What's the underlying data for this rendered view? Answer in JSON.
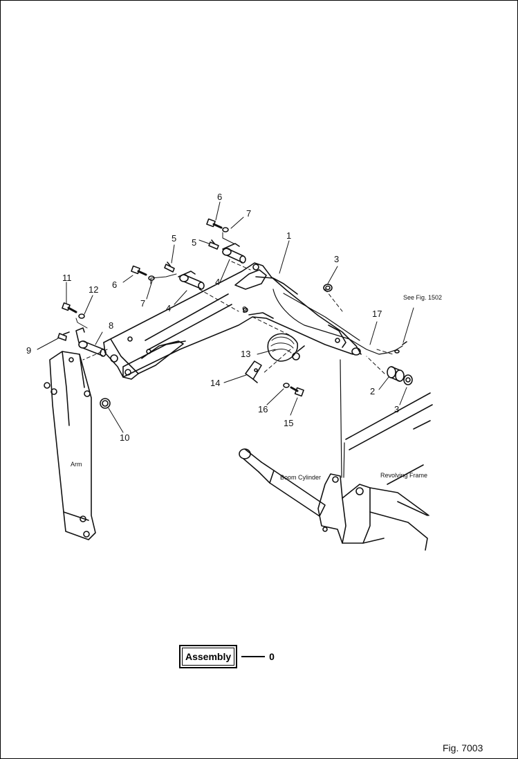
{
  "callouts": {
    "c1": "1",
    "c2": "2",
    "c3a": "3",
    "c3b": "3",
    "c4a": "4",
    "c4b": "4",
    "c5a": "5",
    "c5b": "5",
    "c6a": "6",
    "c6b": "6",
    "c7a": "7",
    "c7b": "7",
    "c8": "8",
    "c9a": "9",
    "c9b": "9",
    "c10": "10",
    "c11": "11",
    "c12": "12",
    "c13": "13",
    "c14": "14",
    "c15": "15",
    "c16": "16",
    "c17": "17"
  },
  "labels": {
    "see_fig": "See Fig. 1502",
    "arm": "Arm",
    "boom_cylinder": "Boom Cylinder",
    "revolving_frame": "Revolving Frame"
  },
  "assembly": {
    "label": "Assembly",
    "code": "0"
  },
  "figure": {
    "caption": "Fig. 7003"
  }
}
